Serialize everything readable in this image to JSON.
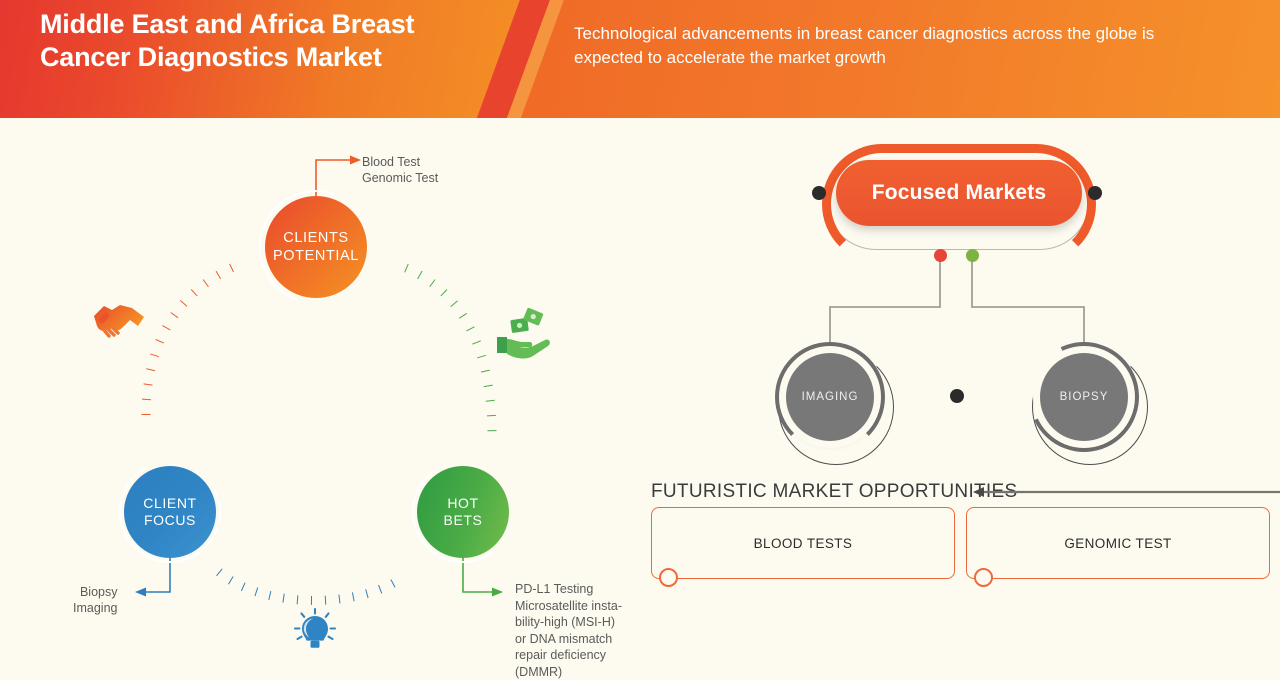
{
  "header": {
    "title": "Middle East and Africa Breast Cancer Diagnostics Market",
    "subtitle": "Technological advancements in breast cancer diagnostics across the globe is expected to accelerate the market growth",
    "colors": {
      "left_start": "#e5372f",
      "left_end": "#f59425",
      "stripe": "#e8432c",
      "right": "#f2792a"
    }
  },
  "cycle": {
    "nodes": [
      {
        "id": "clients-potential",
        "label": "CLIENTS\nPOTENTIAL",
        "color": "#ef6a28"
      },
      {
        "id": "client-focus",
        "label": "CLIENT\nFOCUS",
        "color": "#2f85c4"
      },
      {
        "id": "hot-bets",
        "label": "HOT\nBETS",
        "color": "#4aab45"
      }
    ],
    "labels": {
      "clients_potential": "Blood Test\nGenomic Test",
      "client_focus": "Biopsy\nImaging",
      "hot_bets": "PD-L1 Testing\nMicrosatellite insta-\nbility-high (MSI-H)\nor DNA mismatch\nrepair deficiency\n(DMMR)"
    },
    "icons": {
      "handshake": "handshake-icon",
      "money_hand": "money-hand-icon",
      "lightbulb": "lightbulb-icon"
    }
  },
  "focused_markets": {
    "title": "Focused Markets",
    "pill_color": "#ec5730",
    "arc_color": "#ef5a2b",
    "connector_dots": [
      {
        "name": "imaging-dot",
        "color": "#e8453a"
      },
      {
        "name": "biopsy-dot",
        "color": "#7cb342"
      }
    ],
    "children": [
      {
        "id": "imaging",
        "label": "IMAGING",
        "color": "#787878"
      },
      {
        "id": "biopsy",
        "label": "BIOPSY",
        "color": "#787878"
      }
    ]
  },
  "opportunities": {
    "title": "FUTURISTIC MARKET OPPORTUNITIES",
    "boxes": [
      {
        "id": "blood-tests",
        "label": "BLOOD TESTS"
      },
      {
        "id": "genomic-test",
        "label": "GENOMIC TEST"
      }
    ],
    "accent": "#ee6a3c"
  }
}
